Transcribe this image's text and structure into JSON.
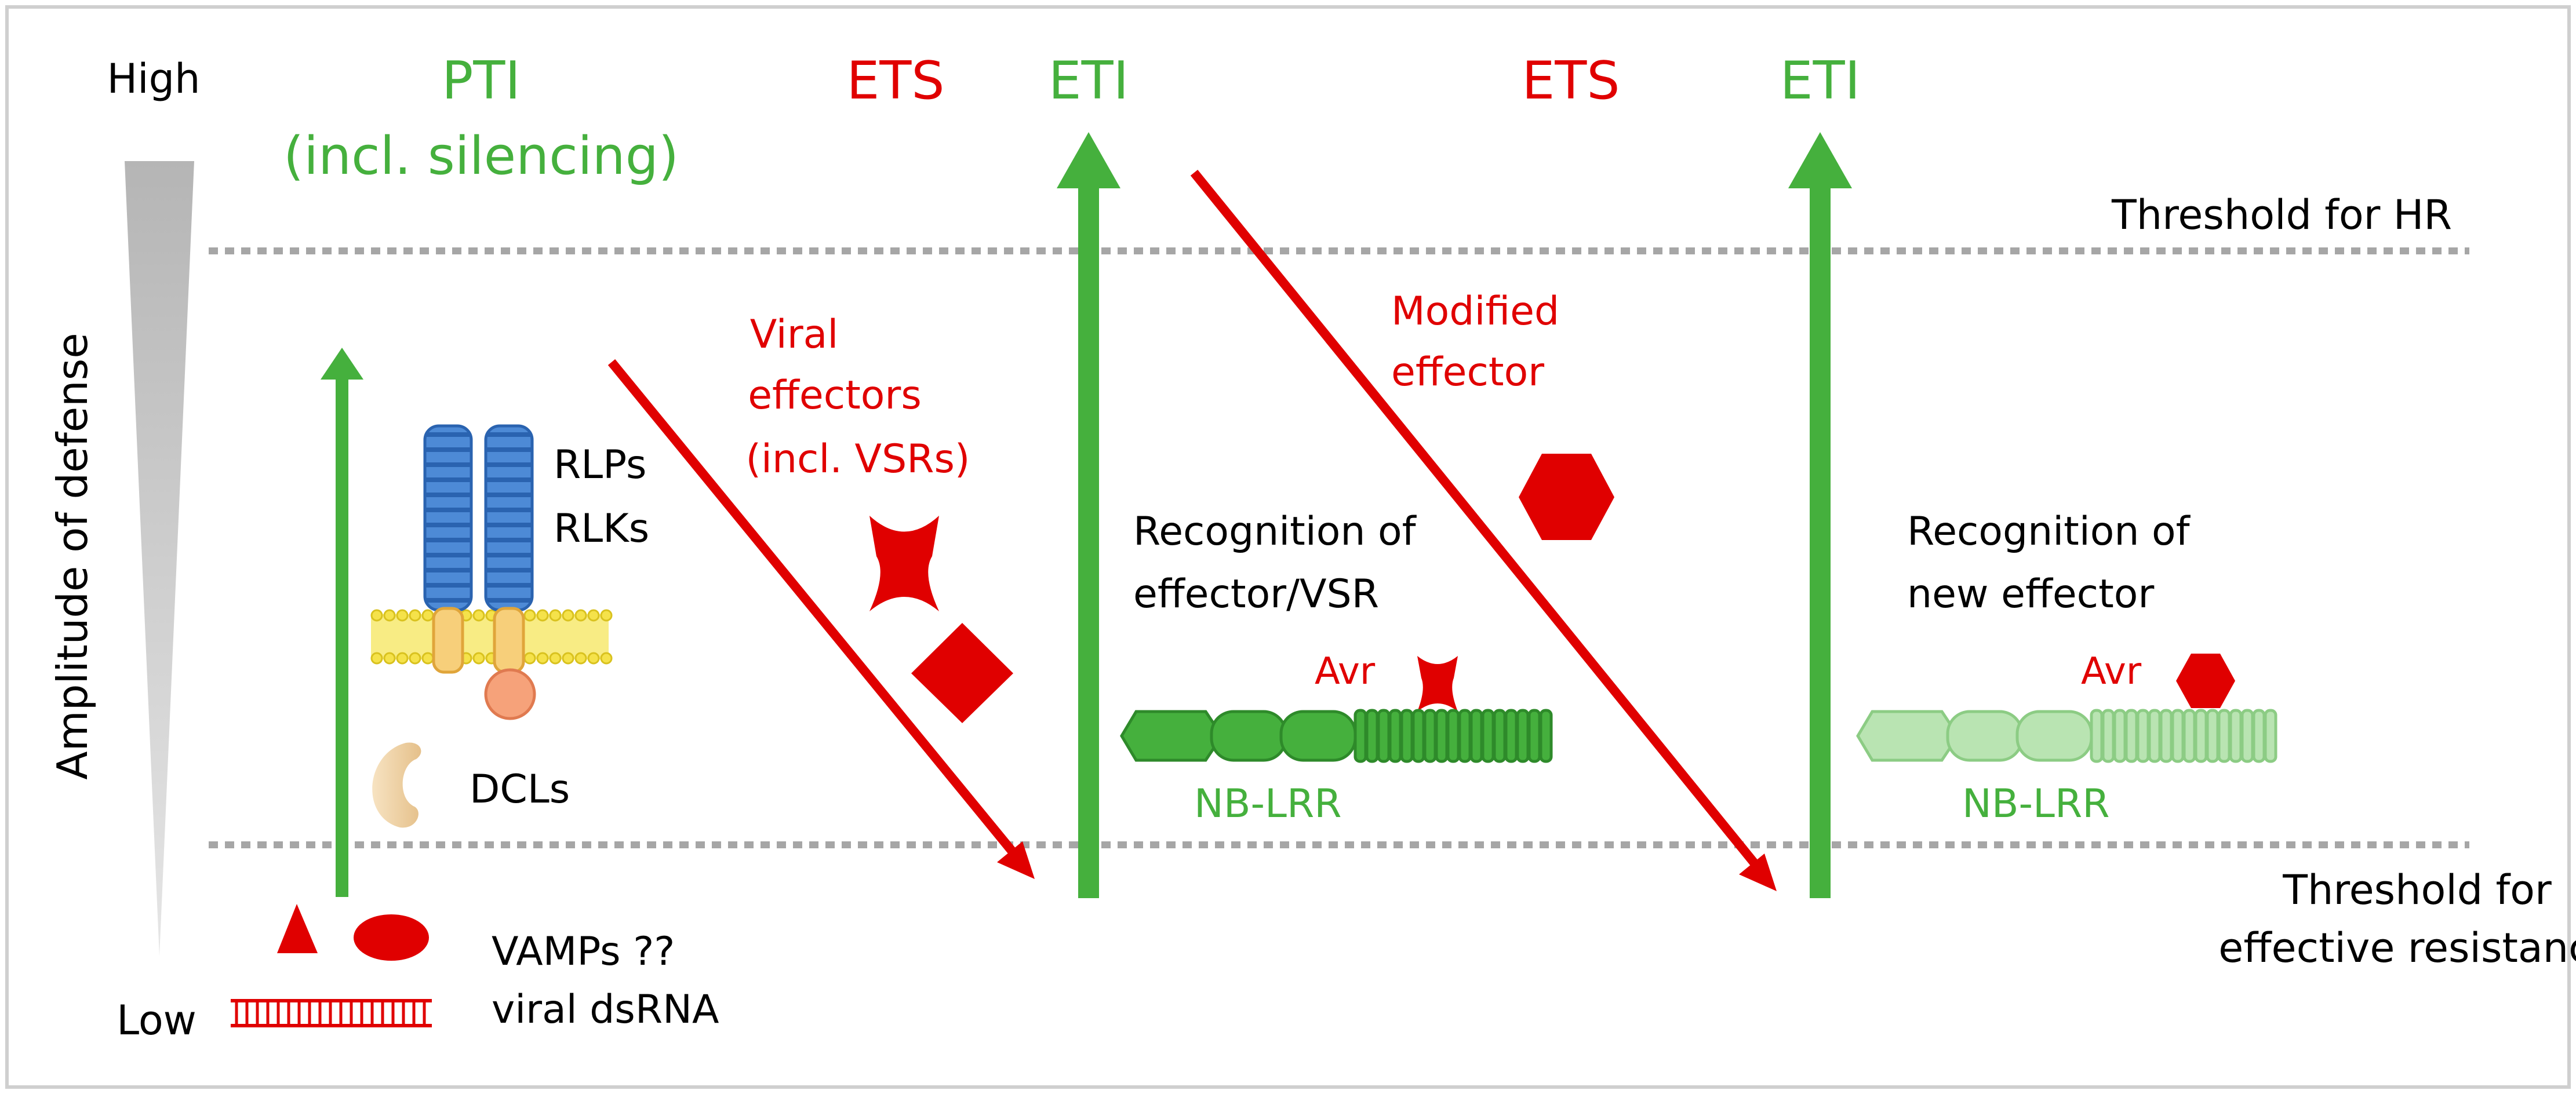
{
  "axis": {
    "high_label": "High",
    "low_label": "Low",
    "ylabel": "Amplitude of defense"
  },
  "thresholds": {
    "hr_label": "Threshold for HR",
    "resistance_line1": "Threshold for",
    "resistance_line2": "effective resistance"
  },
  "phases": {
    "pti_line1": "PTI",
    "pti_line2": "(incl. silencing)",
    "ets1": "ETS",
    "eti1": "ETI",
    "ets2": "ETS",
    "eti2": "ETI"
  },
  "labels": {
    "rlps": "RLPs",
    "rlks": "RLKs",
    "dcls": "DCLs",
    "vamps": "VAMPs ??",
    "dsrna": "viral dsRNA",
    "viral_eff_line1": "Viral",
    "viral_eff_line2": "effectors",
    "viral_eff_line3": "(incl. VSRs)",
    "modified_line1": "Modified",
    "modified_line2": "effector",
    "recog1_line1": "Recognition of",
    "recog1_line2": "effector/VSR",
    "recog2_line1": "Recognition of",
    "recog2_line2": "new effector",
    "avr1": "Avr",
    "avr2": "Avr",
    "nblrr1": "NB-LRR",
    "nblrr2": "NB-LRR"
  },
  "colors": {
    "green": "#45b03d",
    "red": "#e00000",
    "dark_green": "#2e8a2a",
    "light_green": "#a8dca0",
    "blue": "#3f7fd0",
    "yellow": "#f5e24a",
    "grey": "#999999"
  }
}
